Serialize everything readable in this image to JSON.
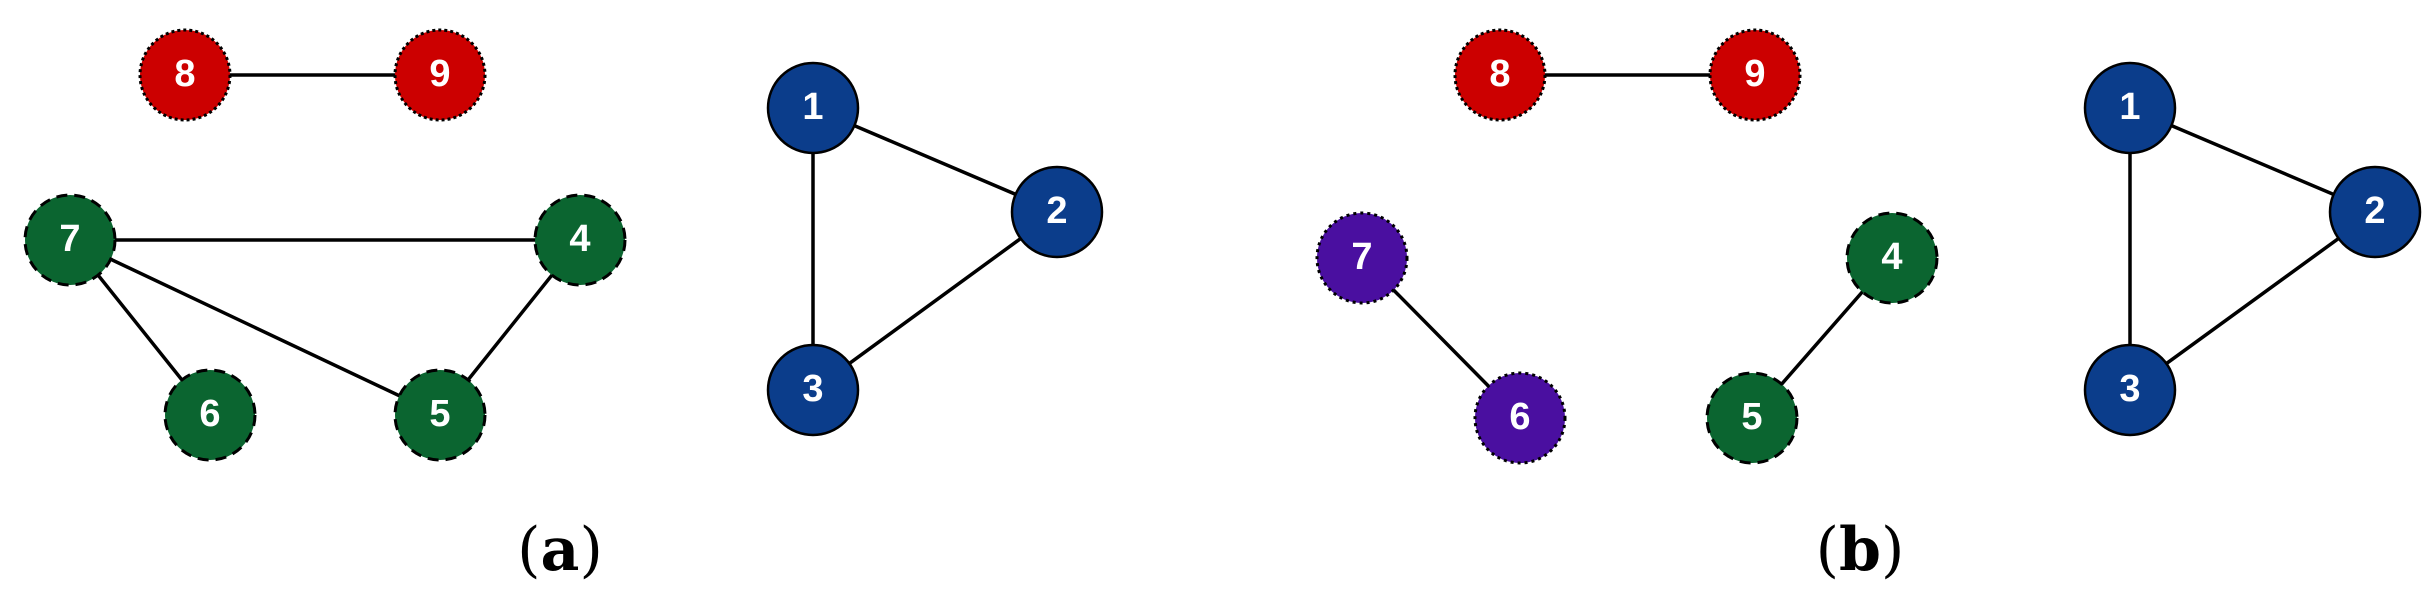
{
  "panels": [
    {
      "id": "a",
      "label": "a",
      "nodes": [
        {
          "id": "n8",
          "label": "8",
          "group": "red"
        },
        {
          "id": "n9",
          "label": "9",
          "group": "red"
        },
        {
          "id": "n1",
          "label": "1",
          "group": "blue"
        },
        {
          "id": "n2",
          "label": "2",
          "group": "blue"
        },
        {
          "id": "n3",
          "label": "3",
          "group": "blue"
        },
        {
          "id": "n7",
          "label": "7",
          "group": "green"
        },
        {
          "id": "n4",
          "label": "4",
          "group": "green"
        },
        {
          "id": "n6",
          "label": "6",
          "group": "green"
        },
        {
          "id": "n5",
          "label": "5",
          "group": "green"
        }
      ],
      "edges": [
        [
          "n8",
          "n9"
        ],
        [
          "n1",
          "n2"
        ],
        [
          "n1",
          "n3"
        ],
        [
          "n2",
          "n3"
        ],
        [
          "n7",
          "n4"
        ],
        [
          "n7",
          "n6"
        ],
        [
          "n7",
          "n5"
        ],
        [
          "n4",
          "n5"
        ]
      ]
    },
    {
      "id": "b",
      "label": "b",
      "nodes": [
        {
          "id": "n8",
          "label": "8",
          "group": "red"
        },
        {
          "id": "n9",
          "label": "9",
          "group": "red"
        },
        {
          "id": "n1",
          "label": "1",
          "group": "blue"
        },
        {
          "id": "n2",
          "label": "2",
          "group": "blue"
        },
        {
          "id": "n3",
          "label": "3",
          "group": "blue"
        },
        {
          "id": "n7",
          "label": "7",
          "group": "purple"
        },
        {
          "id": "n6",
          "label": "6",
          "group": "purple"
        },
        {
          "id": "n4",
          "label": "4",
          "group": "green"
        },
        {
          "id": "n5",
          "label": "5",
          "group": "green"
        }
      ],
      "edges": [
        [
          "n8",
          "n9"
        ],
        [
          "n1",
          "n2"
        ],
        [
          "n1",
          "n3"
        ],
        [
          "n2",
          "n3"
        ],
        [
          "n7",
          "n6"
        ],
        [
          "n4",
          "n5"
        ]
      ]
    }
  ],
  "colors": {
    "red": "#cc0000",
    "blue": "#0b3d8b",
    "green": "#0b6530",
    "purple": "#4a0fa0"
  }
}
